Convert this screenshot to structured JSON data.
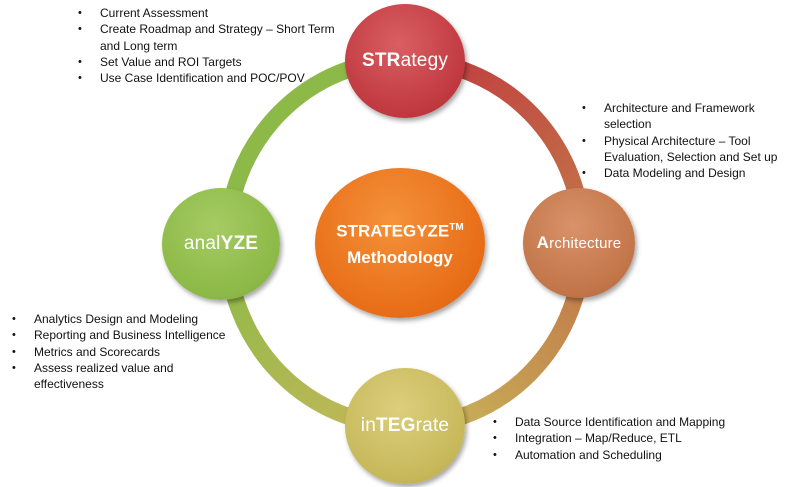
{
  "center": {
    "title": "STRATEGYZE",
    "trademark": "TM",
    "subtitle": "Methodology",
    "color": "#e86d17"
  },
  "nodes": {
    "strategy": {
      "bold": "STR",
      "rest": "ategy",
      "color": "#c0393f"
    },
    "architecture": {
      "bold": "A",
      "rest": "rchitecture",
      "color": "#c27548"
    },
    "integrate": {
      "pre": "in",
      "bold": "TEG",
      "rest": "rate",
      "color": "#c7b85a"
    },
    "analyze": {
      "pre": "anal",
      "bold": "YZE",
      "color": "#8cb947"
    }
  },
  "lists": {
    "strategy": [
      "Current Assessment",
      "Create Roadmap and Strategy – Short Term and Long term",
      "Set Value and ROI Targets",
      "Use Case Identification and POC/POV"
    ],
    "architecture": [
      "Architecture and Framework selection",
      "Physical Architecture – Tool Evaluation, Selection and Set up",
      "Data Modeling and Design"
    ],
    "analyze": [
      "Analytics Design and Modeling",
      "Reporting and Business Intelligence",
      "Metrics and Scorecards",
      "Assess realized value and effectiveness"
    ],
    "integrate": [
      "Data Source Identification and Mapping",
      "Integration – Map/Reduce, ETL",
      "Automation and Scheduling"
    ]
  },
  "ring": {
    "strategy_to_architecture": "#c0393f",
    "architecture_to_integrate": "#c27548",
    "integrate_to_analyze": "#c7b85a",
    "analyze_to_strategy": "#8cb947"
  }
}
